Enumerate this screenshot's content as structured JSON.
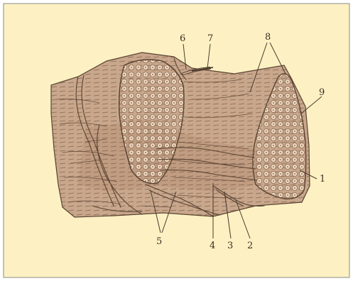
{
  "colors": {
    "background": "#fdf1c3",
    "border": "#8a8a8a",
    "tissue": "#c9a98f",
    "tissue_dark": "#a9856b",
    "fascicle": "#e6d0b6",
    "ink": "#4a3a2e"
  },
  "labels": {
    "l1": "1",
    "l2": "2",
    "l3": "3",
    "l4": "4",
    "l5": "5",
    "l6": "6",
    "l7": "7",
    "l8": "8",
    "l9": "9"
  }
}
